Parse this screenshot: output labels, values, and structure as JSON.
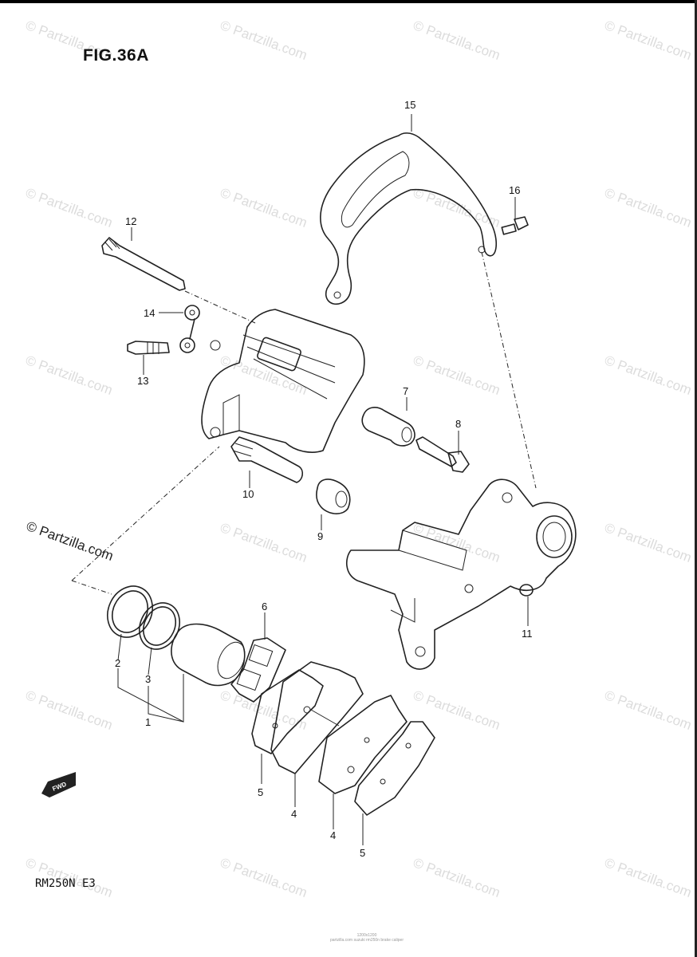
{
  "header": {
    "figure_title": "FIG.36A"
  },
  "footer": {
    "model_code": "RM250N E3",
    "fine_print_line1": "1200x1200",
    "fine_print_line2": "partzilla.com suzuki rm250n brake caliper"
  },
  "copyright": "© Partzilla.com",
  "watermark": "© Partzilla.com",
  "fwd_label": "FWD",
  "callouts": {
    "c1": "1",
    "c2": "2",
    "c3": "3",
    "c4a": "4",
    "c4b": "4",
    "c5a": "5",
    "c5b": "5",
    "c6": "6",
    "c7": "7",
    "c8": "8",
    "c9": "9",
    "c10": "10",
    "c11": "11",
    "c12": "12",
    "c13": "13",
    "c14": "14",
    "c15": "15",
    "c16": "16"
  },
  "colors": {
    "ink": "#222222",
    "watermark": "#dcdcdc",
    "paper": "#ffffff"
  }
}
